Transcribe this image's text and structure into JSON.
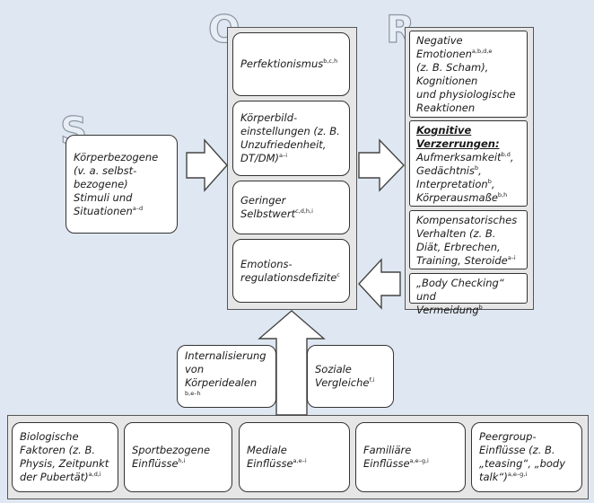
{
  "letters": {
    "s": "S",
    "o": "O",
    "r": "R"
  },
  "stimulus": {
    "lines": [
      "Körperbezogene",
      "(v. a. selbst-",
      "bezogene)",
      "Stimuli und",
      "Situationen"
    ],
    "sup": "a–d"
  },
  "organism": {
    "perfektionismus": {
      "text": "Perfektionismus",
      "sup": "b,c,h"
    },
    "koerperbild": {
      "lines": [
        "Körperbild-",
        "einstellungen (z. B.",
        "Unzufriedenheit,",
        "DT/DM)"
      ],
      "sup": "a–i"
    },
    "selbstwert": {
      "lines": [
        "Geringer",
        "Selbstwert"
      ],
      "sup": "c,d,h,i"
    },
    "emotion": {
      "lines": [
        "Emotions-",
        "regulationsdefizite"
      ],
      "sup": "c"
    }
  },
  "reaction": {
    "negative": {
      "lines": [
        "Negative",
        "Emotionen",
        "(z. B. Scham),",
        "Kognitionen",
        "und physiologische",
        "Reaktionen"
      ],
      "sup": "a,b,d,e"
    },
    "kognitive": {
      "header": [
        "Kognitive",
        "Verzerrungen:"
      ],
      "items": [
        {
          "text": "Aufmerksamkeit",
          "sup": "b,d"
        },
        {
          "text": "Gedächtnis",
          "sup": "b"
        },
        {
          "text": "Interpretation",
          "sup": "b"
        },
        {
          "text": "Körperausmaße",
          "sup": "b,h"
        }
      ]
    },
    "kompensatorisch": {
      "lines": [
        "Kompensatorisches",
        "Verhalten (z. B.",
        "Diät, Erbrechen,",
        "Training, Steroide"
      ],
      "sup": "a–i"
    },
    "bodycheck": {
      "lines": [
        "„Body Checking“ und",
        "Vermeidung"
      ],
      "sup": "b"
    }
  },
  "middle": {
    "internalisierung": {
      "lines": [
        "Internalisierung",
        "von Körperidealen"
      ],
      "sup": "b,e–h"
    },
    "vergleiche": {
      "lines": [
        "Soziale",
        "Vergleiche"
      ],
      "sup": "f,i"
    }
  },
  "bottom": {
    "biologisch": {
      "lines": [
        "Biologische",
        "Faktoren (z. B.",
        "Physis, Zeitpunkt",
        "der Pubertät)"
      ],
      "sup": "a,d,i"
    },
    "sport": {
      "lines": [
        "Sportbezogene",
        "Einflüsse"
      ],
      "sup": "h,i"
    },
    "medial": {
      "lines": [
        "Mediale",
        "Einflüsse"
      ],
      "sup": "a,e–i"
    },
    "familiaer": {
      "lines": [
        "Familiäre",
        "Einflüsse"
      ],
      "sup": "a,e–g,i"
    },
    "peer": {
      "lines": [
        "Peergroup-",
        "Einflüsse (z. B.",
        "„teasing“, „body",
        "talk“)"
      ],
      "sup": "a,e–g,i"
    }
  }
}
